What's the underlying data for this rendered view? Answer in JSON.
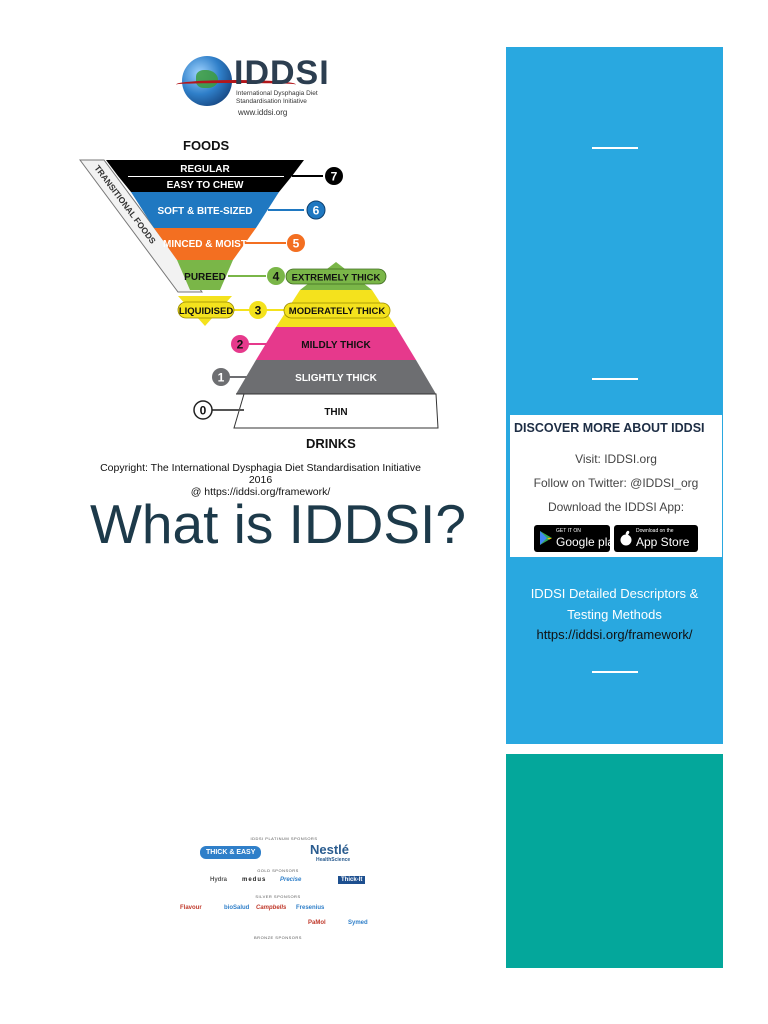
{
  "logo": {
    "name": "IDDSI",
    "subtitle": "International Dysphagia Diet Standardisation Initiative",
    "url": "www.iddsi.org"
  },
  "pyramid": {
    "foods_label": "FOODS",
    "drinks_label": "DRINKS",
    "transitional_label": "TRANSITIONAL FOODS",
    "levels": {
      "regular": "REGULAR",
      "easy_to_chew": "EASY TO CHEW",
      "soft_bite": "SOFT & BITE-SIZED",
      "minced": "MINCED & MOIST",
      "pureed": "PUREED",
      "extremely_thick": "EXTREMELY THICK",
      "liquidised": "LIQUIDISED",
      "moderately_thick": "MODERATELY THICK",
      "mildly_thick": "MILDLY THICK",
      "slightly_thick": "SLIGHTLY THICK",
      "thin": "THIN"
    },
    "numbers": [
      "0",
      "1",
      "2",
      "3",
      "4",
      "5",
      "6",
      "7"
    ]
  },
  "copyright": {
    "line1": "Copyright: The International Dysphagia Diet Standardisation Initiative 2016",
    "line2": "@ https://iddsi.org/framework/"
  },
  "title": "What is IDDSI?",
  "sidebar": {
    "discover_heading": "DISCOVER MORE ABOUT IDDSI",
    "visit": "Visit: IDDSI.org",
    "twitter": "Follow on Twitter: @IDDSI_org",
    "download": "Download the IDDSI App:",
    "google_small": "GET IT ON",
    "google_big": "Google play",
    "apple_small": "Download on the",
    "apple_big": "App Store",
    "descriptors_line1": "IDDSI Detailed Descriptors &",
    "descriptors_line2": "Testing Methods",
    "framework_url": "https://iddsi.org/framework/"
  },
  "sponsors": {
    "platinum": "IDDSI PLATINUM SPONSORS",
    "gold": "GOLD SPONSORS",
    "silver": "SILVER SPONSORS",
    "bronze": "BRONZE SPONSORS",
    "thick_easy": "THICK & EASY",
    "nestle": "Nestlé",
    "nestle_sub": "HealthScience",
    "gold_logos": [
      "Hydra",
      "medus",
      "Precise",
      "Thick-It"
    ],
    "silver_logos": [
      "Flavour",
      "bioSalud",
      "Campbells",
      "Fresenius",
      "PaMol",
      "Symed"
    ]
  },
  "colors": {
    "blue_panel": "#29a8e0",
    "teal_panel": "#04a79b",
    "title": "#1d3a4a",
    "regular": "#000000",
    "soft_bite": "#1f78c1",
    "minced": "#f36f21",
    "pureed": "#7ab648",
    "liquidised": "#f4e21d",
    "mildly_thick": "#e6398c",
    "slightly_thick": "#6d6e71"
  }
}
